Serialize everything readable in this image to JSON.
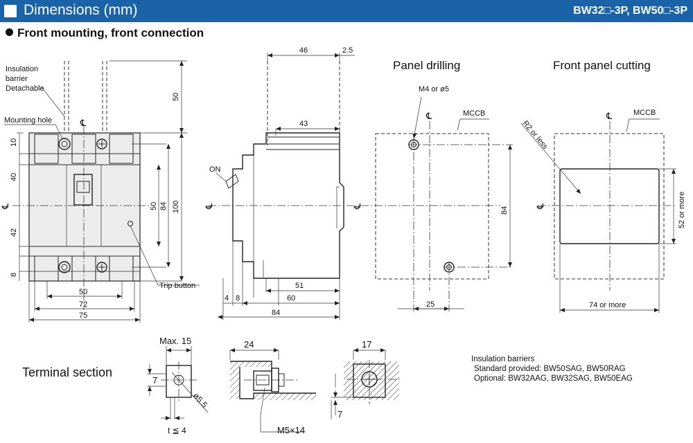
{
  "header": {
    "title": "Dimensions (mm)",
    "model": "BW32□-3P, BW50□-3P",
    "accent_color": "#1a63a8"
  },
  "subheading": "Front mounting, front connection",
  "front_view": {
    "labels": {
      "insulation_barrier": [
        "Insulation",
        "barrier",
        "Detachable"
      ],
      "mounting_hole": "Mounting hole",
      "trip_button": "Trip button",
      "centerline": "℄"
    },
    "dims": {
      "top_50": "50",
      "d10": "10",
      "d40": "40",
      "d42": "42",
      "d8": "8",
      "v50": "50",
      "v84": "84",
      "v100": "100",
      "h50": "50",
      "h72": "72",
      "h75": "75"
    }
  },
  "side_view": {
    "on_label": "ON",
    "centerline": "℄",
    "dims": {
      "d46": "46",
      "d2_5": "2.5",
      "d43": "43",
      "d51": "51",
      "d4": "4",
      "d8": "8",
      "d60": "60",
      "d84": "84"
    }
  },
  "panel_drilling": {
    "title": "Panel drilling",
    "hole_label": "M4 or ø5",
    "mccb": "MCCB",
    "centerline": "℄",
    "dims": {
      "v84": "84",
      "h25": "25"
    }
  },
  "front_panel_cutting": {
    "title": "Front panel cutting",
    "mccb": "MCCB",
    "radius": "R2 or less",
    "centerline": "℄",
    "dims": {
      "v52": "52 or more",
      "h74": "74 or more"
    }
  },
  "terminal_section": {
    "label": "Terminal section",
    "dims": {
      "max15": "Max. 15",
      "d7": "7",
      "d5_5": "ø5.5",
      "t4": "t ≦ 4",
      "d24": "24",
      "m5": "M5×14",
      "d17": "17",
      "d7b": "7"
    }
  },
  "insulation_barriers": {
    "title": "Insulation barriers",
    "standard": "Standard provided: BW50SAG, BW50RAG",
    "optional": "Optional: BW32AAG, BW32SAG, BW50EAG"
  }
}
